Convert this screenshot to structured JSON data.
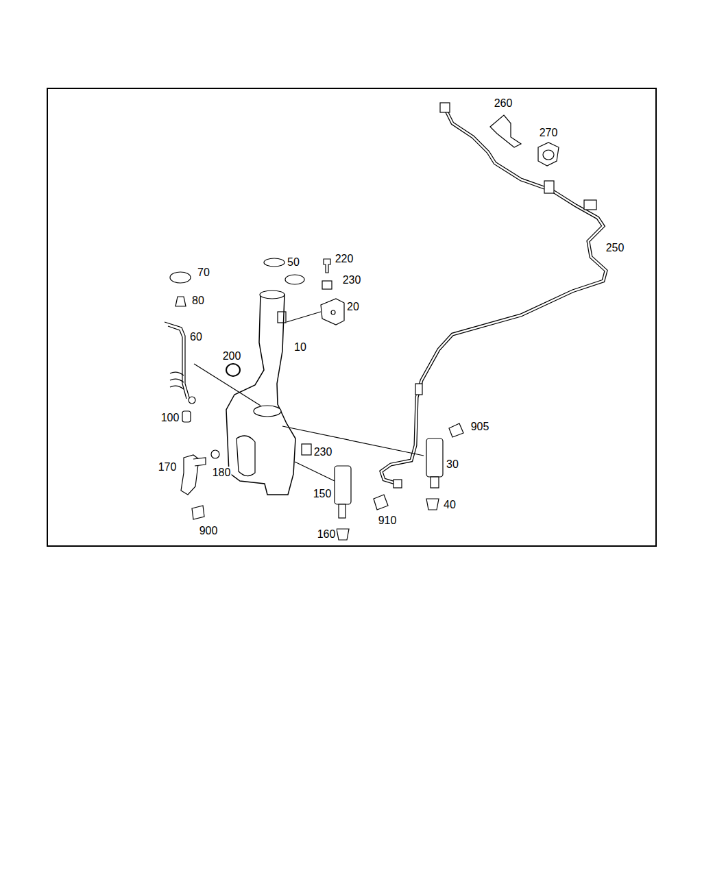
{
  "diagram": {
    "labels": [
      "260",
      "270",
      "250",
      "50",
      "220",
      "70",
      "230",
      "80",
      "20",
      "60",
      "10",
      "200",
      "905",
      "100",
      "230",
      "30",
      "170",
      "180",
      "150",
      "910",
      "40",
      "900",
      "160"
    ]
  }
}
